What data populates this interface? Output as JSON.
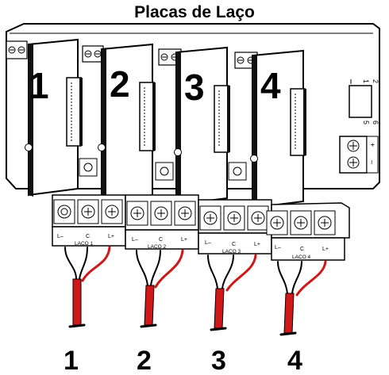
{
  "title": "Placas de Laço",
  "cards": [
    {
      "number": "1"
    },
    {
      "number": "2"
    },
    {
      "number": "3"
    },
    {
      "number": "4"
    }
  ],
  "loops": [
    {
      "name": "LACO 1",
      "terminals": [
        "L–",
        "C",
        "L+"
      ],
      "cable_number": "1"
    },
    {
      "name": "LACO 2",
      "terminals": [
        "L–",
        "C",
        "L+"
      ],
      "cable_number": "2"
    },
    {
      "name": "LACO 3",
      "terminals": [
        "L–",
        "C",
        "L+"
      ],
      "cable_number": "3"
    },
    {
      "name": "LACO 4",
      "terminals": [
        "L–",
        "C",
        "L+"
      ],
      "cable_number": "4"
    }
  ],
  "jumper_labels": {
    "top_left": "2",
    "top_right": "1",
    "bottom_left": "5",
    "bottom_right": "6"
  },
  "power_terminals": [
    "+",
    "–"
  ],
  "colors": {
    "outline": "#000000",
    "board": "#ffffff",
    "connector": "#1a1a1a",
    "wire_red": "#d01818"
  }
}
